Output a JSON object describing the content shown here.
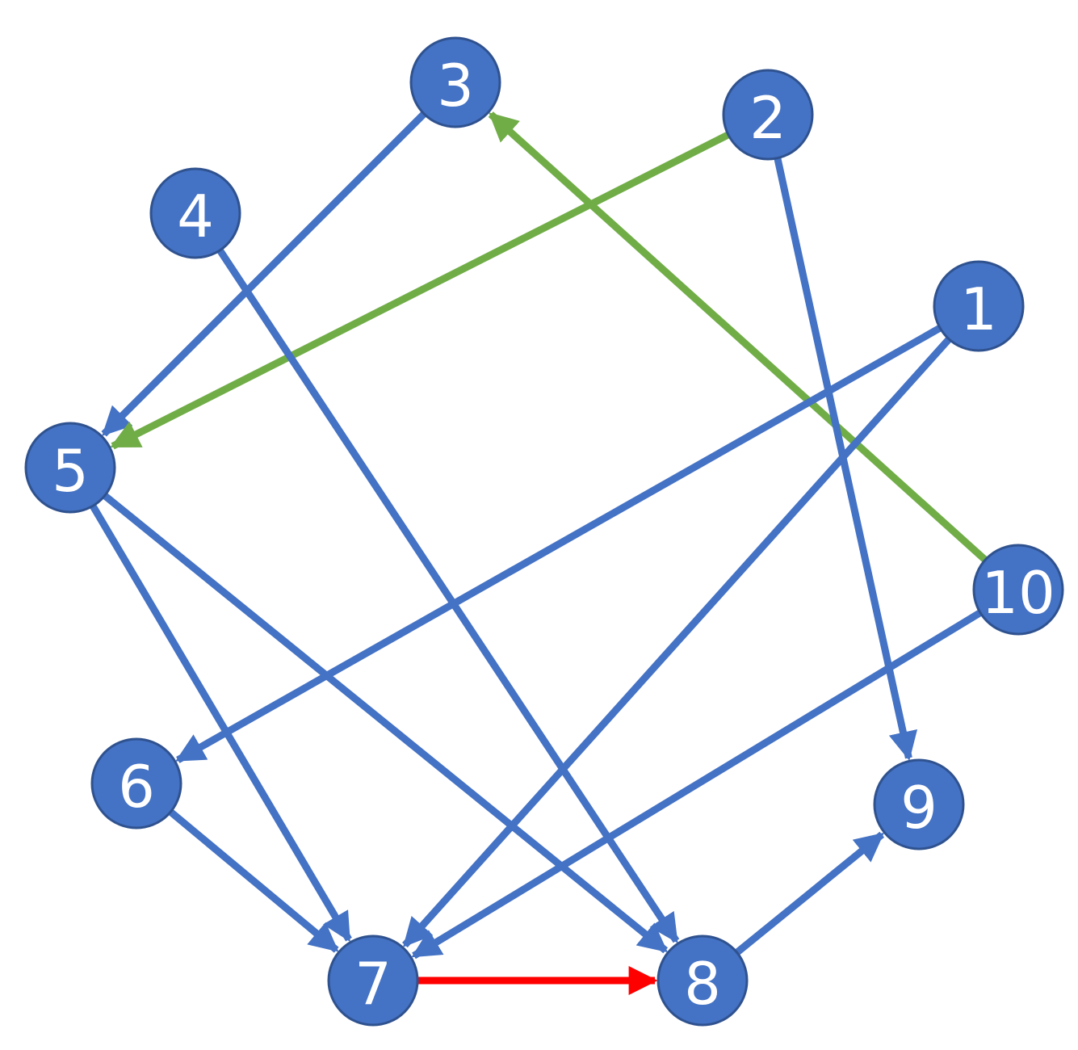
{
  "colors": {
    "node_fill": "#4472c4",
    "node_stroke": "#2f528f",
    "label": "#ffffff",
    "edge_blue": "#4472c4",
    "edge_green": "#70ad47",
    "edge_red": "#ff0000"
  },
  "nodes": [
    {
      "id": "1",
      "label": "1"
    },
    {
      "id": "2",
      "label": "2"
    },
    {
      "id": "3",
      "label": "3"
    },
    {
      "id": "4",
      "label": "4"
    },
    {
      "id": "5",
      "label": "5"
    },
    {
      "id": "6",
      "label": "6"
    },
    {
      "id": "7",
      "label": "7"
    },
    {
      "id": "8",
      "label": "8"
    },
    {
      "id": "9",
      "label": "9"
    },
    {
      "id": "10",
      "label": "10"
    }
  ],
  "edges": [
    {
      "from": "3",
      "to": "5",
      "color": "edge_blue"
    },
    {
      "from": "2",
      "to": "5",
      "color": "edge_green"
    },
    {
      "from": "10",
      "to": "3",
      "color": "edge_green"
    },
    {
      "from": "2",
      "to": "9",
      "color": "edge_blue"
    },
    {
      "from": "4",
      "to": "8",
      "color": "edge_blue"
    },
    {
      "from": "1",
      "to": "6",
      "color": "edge_blue"
    },
    {
      "from": "1",
      "to": "7",
      "color": "edge_blue"
    },
    {
      "from": "5",
      "to": "7",
      "color": "edge_blue"
    },
    {
      "from": "5",
      "to": "8",
      "color": "edge_blue"
    },
    {
      "from": "6",
      "to": "7",
      "color": "edge_blue"
    },
    {
      "from": "10",
      "to": "7",
      "color": "edge_blue"
    },
    {
      "from": "8",
      "to": "9",
      "color": "edge_blue"
    },
    {
      "from": "7",
      "to": "8",
      "color": "edge_red"
    }
  ]
}
